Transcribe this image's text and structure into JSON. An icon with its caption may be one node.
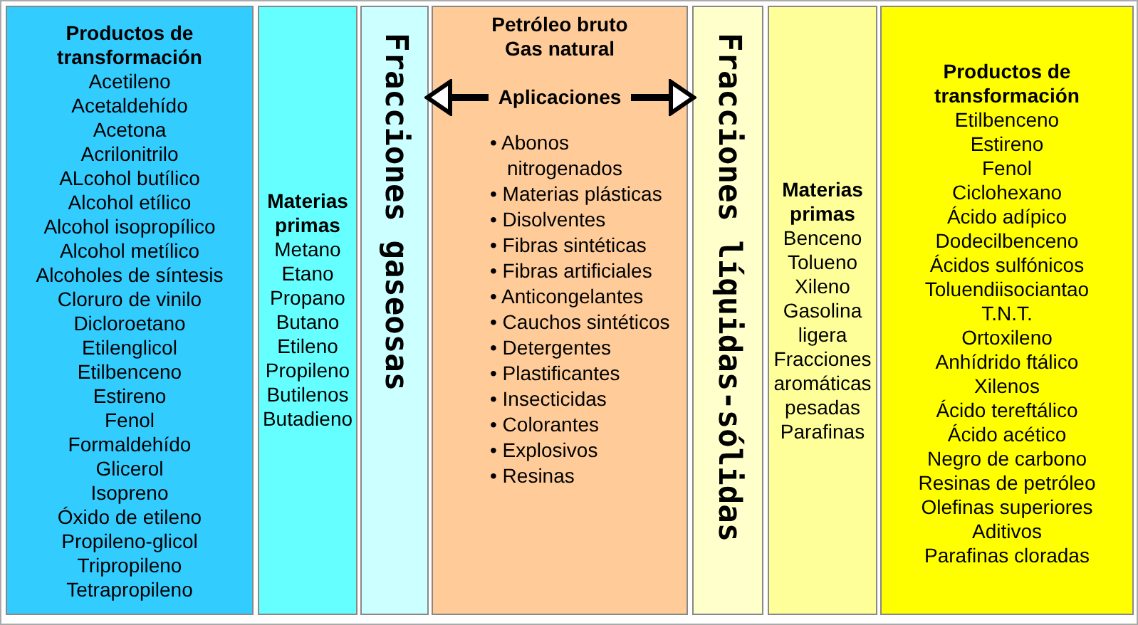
{
  "diagram": {
    "nodes": [
      {
        "text": [
          "Productos de transformación",
          "Acetileno",
          "Acetaldehído",
          "Acetona",
          "Acrilonitrilo",
          "ALcohol butílico",
          "Alcohol etílico",
          "Alcohol isopropílico",
          "Alcohol metílico",
          "Alcoholes de síntesis",
          "Cloruro de vinilo",
          "Dicloroetano",
          "Etilenglicol",
          "Etilbenceno",
          "Estireno",
          "Fenol",
          "Formaldehído",
          "Glicerol",
          "Isopreno",
          "Óxido de etileno",
          "Propileno-glicol",
          "Tripropileno",
          "Tetrapropileno"
        ]
      },
      {
        "text": [
          "Materias primas",
          "Metano",
          "Etano",
          "Propano",
          "Butano",
          "Etileno",
          "Propileno",
          "Butilenos",
          "Butadieno"
        ]
      },
      {
        "text": [
          "Fracciones gaseosas"
        ]
      },
      {
        "text": [
          "Petróleo bruto",
          "Gas natural",
          "Aplicaciones",
          "• Abonos nitrogenados",
          "• Materias plásticas",
          "• Disolventes",
          "• Fibras sintéticas",
          "• Fibras artificiales",
          "• Anticongelantes",
          "• Cauchos sintéticos",
          "• Detergentes",
          "• Plastificantes",
          "• Insecticidas",
          "• Colorantes",
          "• Explosivos",
          "• Resinas"
        ]
      },
      {
        "text": [
          "Fracciones líquidas-sólidas"
        ]
      },
      {
        "text": [
          "Materias primas",
          "Benceno",
          "Tolueno",
          "Xileno",
          "Gasolina ligera",
          "Fracciones aromáticas pesadas",
          "Parafinas"
        ]
      },
      {
        "text": [
          "Productos de transformación",
          "Etilbenceno",
          "Estireno",
          "Fenol",
          "Ciclohexano",
          "Ácido adípico",
          "Dodecilbenceno",
          "Ácidos sulfónicos",
          "Toluendiisociantao",
          "T.N.T.",
          "Ortoxileno",
          "Anhídrido ftálico",
          "Xilenos",
          "Ácido tereftálico",
          "Ácido acético",
          "Negro de carbono",
          "Resinas de petróleo",
          "Olefinas superiores",
          "Aditivos",
          "Parafinas cloradas"
        ]
      }
    ],
    "edges": [
      {
        "from": 3,
        "to": 2,
        "arrow": "to"
      },
      {
        "from": 3,
        "to": 4,
        "arrow": "to"
      }
    ]
  }
}
